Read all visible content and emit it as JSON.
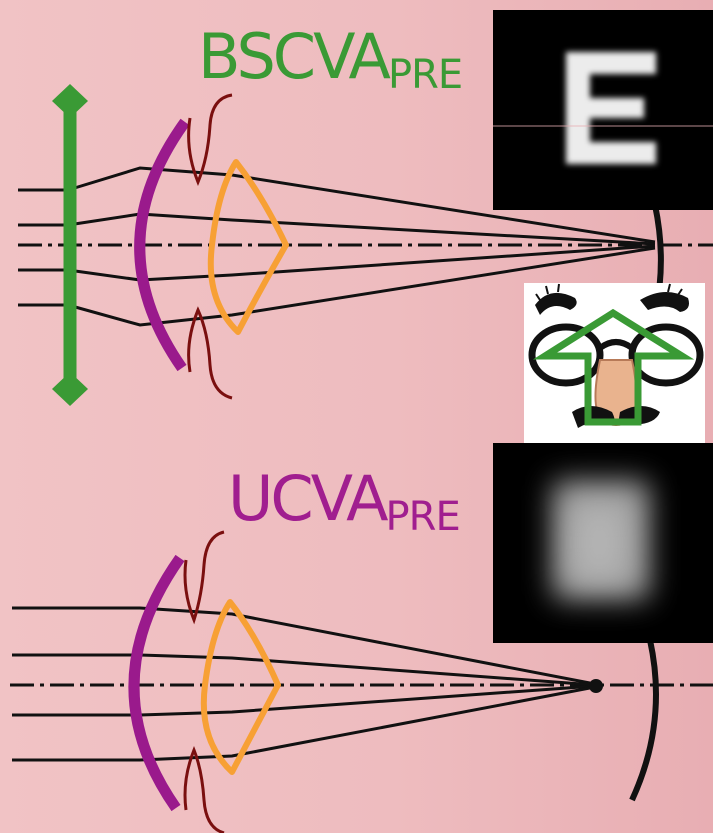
{
  "labels": {
    "bscva": {
      "main": "BSCVA",
      "sub": "PRE",
      "color": "#3a9a35"
    },
    "ucva": {
      "main": "UCVA",
      "sub": "PRE",
      "color": "#a01e8f"
    }
  },
  "colors": {
    "cornea": "#9a1a8c",
    "lens": "#f7a035",
    "iris": "#7a0f0f",
    "correction_lens": "#3a9a35",
    "arrow": "#3a9a35",
    "rays": "#111111"
  },
  "icons": [
    "disguise-glasses-icon",
    "letter-e-chart-sharp",
    "letter-e-chart-blurred"
  ]
}
